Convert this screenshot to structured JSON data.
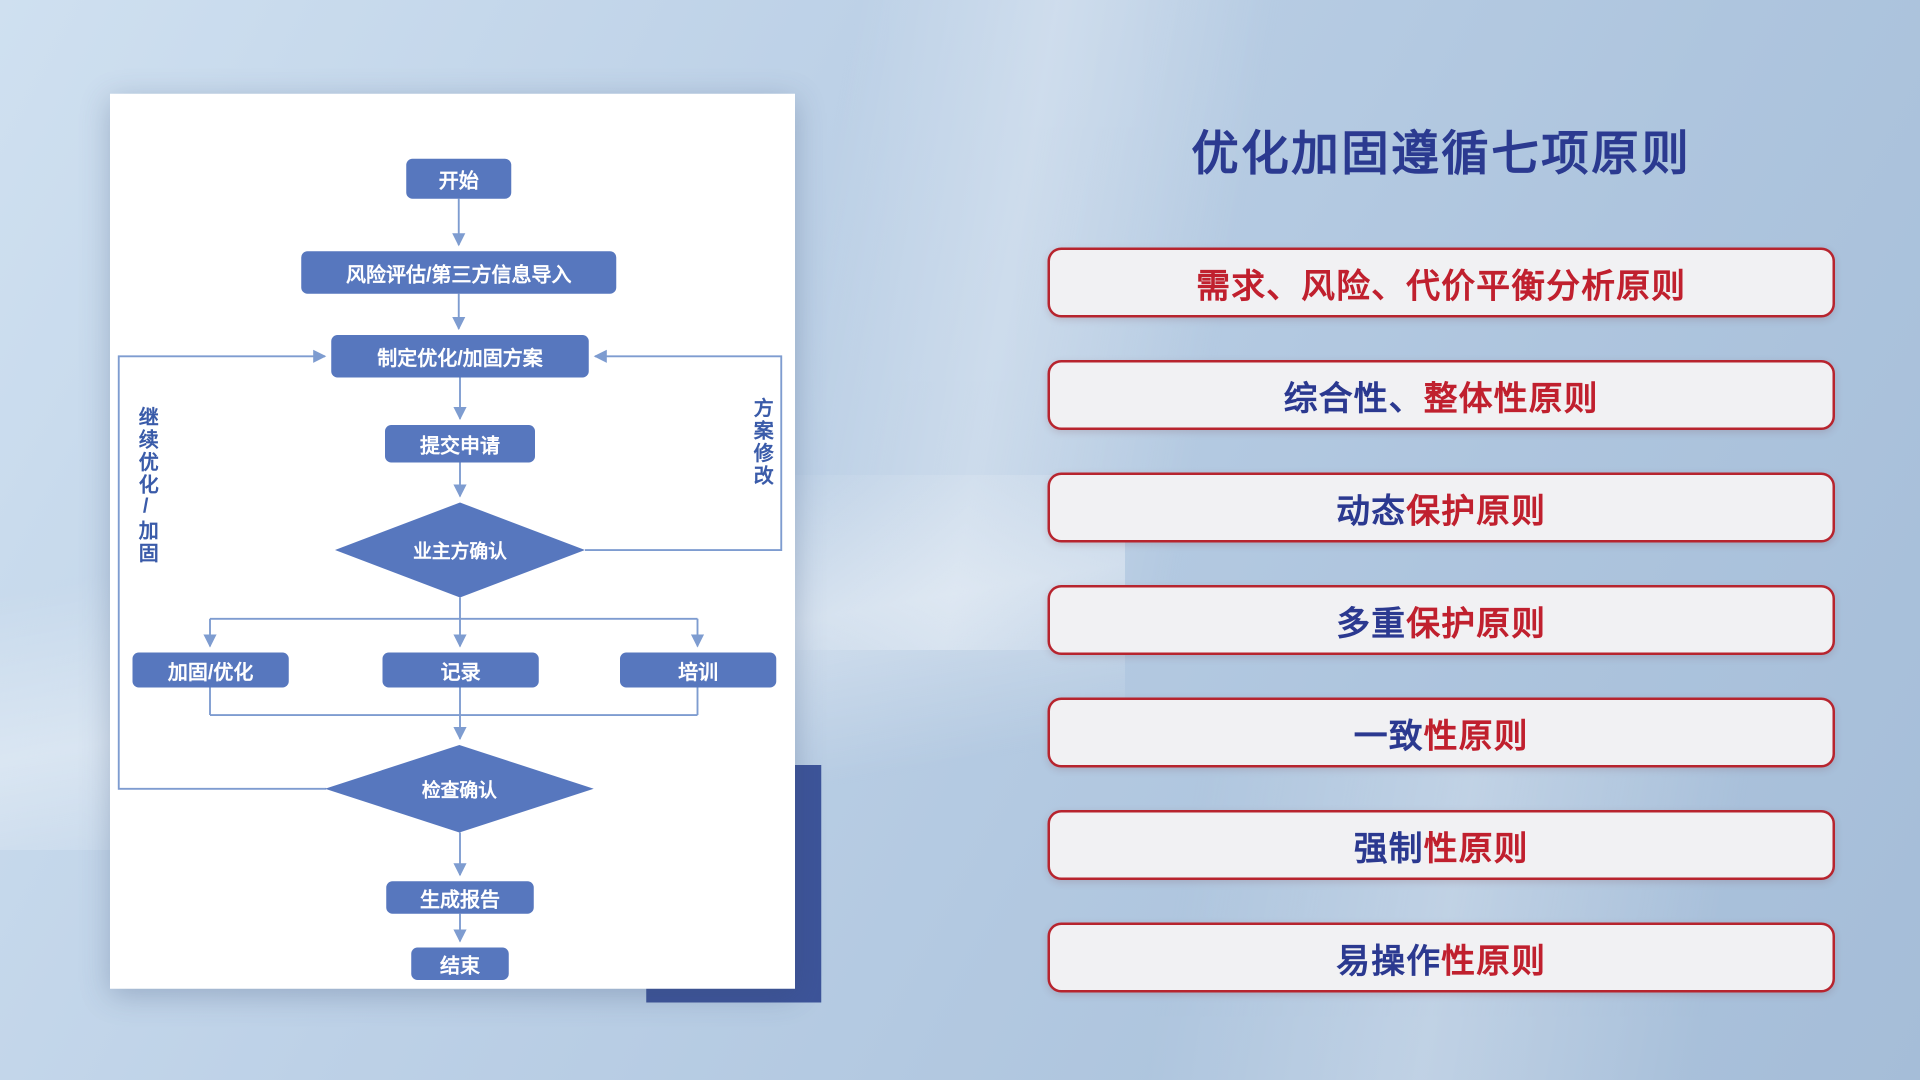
{
  "title": "优化加固遵循七项原则",
  "flowchart": {
    "nodes": {
      "start": "开始",
      "risk_import": "风险评估/第三方信息导入",
      "make_plan": "制定优化/加固方案",
      "submit": "提交申请",
      "owner_confirm": "业主方确认",
      "reinforce": "加固/优化",
      "record": "记录",
      "training": "培训",
      "check_confirm": "检查确认",
      "report": "生成报告",
      "end": "结束"
    },
    "labels": {
      "continue_optimize": "继续优化/加固",
      "plan_modify": "方案修改"
    }
  },
  "principles": [
    {
      "segments": [
        {
          "text": "需求、风险、代价平衡分析原则",
          "color": "red"
        }
      ]
    },
    {
      "segments": [
        {
          "text": "综合性、",
          "color": "blue"
        },
        {
          "text": "整体性原则",
          "color": "red"
        }
      ]
    },
    {
      "segments": [
        {
          "text": "动态",
          "color": "blue"
        },
        {
          "text": "保护原则",
          "color": "red"
        }
      ]
    },
    {
      "segments": [
        {
          "text": "多重",
          "color": "blue"
        },
        {
          "text": "保护原则",
          "color": "red"
        }
      ]
    },
    {
      "segments": [
        {
          "text": "一致",
          "color": "blue"
        },
        {
          "text": "性原则",
          "color": "red"
        }
      ]
    },
    {
      "segments": [
        {
          "text": "强制",
          "color": "blue"
        },
        {
          "text": "性原则",
          "color": "red"
        }
      ]
    },
    {
      "segments": [
        {
          "text": "易操作",
          "color": "blue"
        },
        {
          "text": "性原则",
          "color": "red"
        }
      ]
    }
  ],
  "colors": {
    "title_blue": "#2B3A90",
    "principle_blue": "#2B3990",
    "principle_red": "#C0202E",
    "principle_border": "#B7242E",
    "node_fill": "#5777BE",
    "connector": "#7E9CD0",
    "shadow_block": "#3D5499"
  }
}
